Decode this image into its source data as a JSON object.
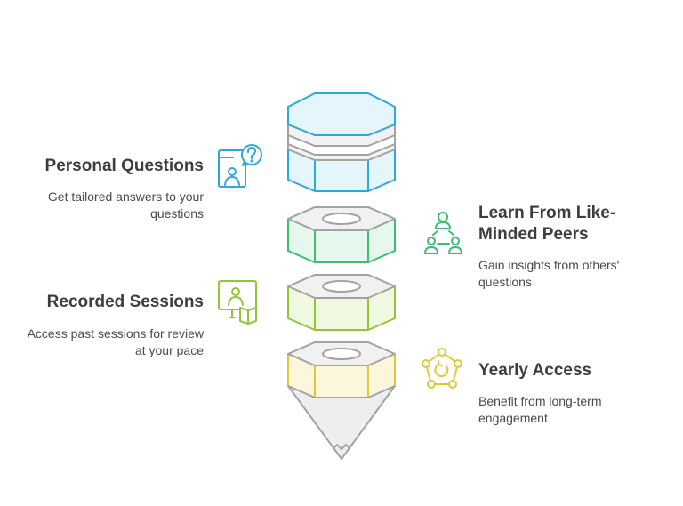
{
  "items": [
    {
      "title": "Personal Questions",
      "description": "Get tailored answers to your questions",
      "icon": "chat-question-icon",
      "color": "#2ea8d8"
    },
    {
      "title": "Learn From Like-Minded Peers",
      "description": "Gain insights from others' questions",
      "icon": "peer-network-icon",
      "color": "#3dbd74"
    },
    {
      "title": "Recorded Sessions",
      "description": "Access past sessions for review at your pace",
      "icon": "video-lesson-icon",
      "color": "#93c637"
    },
    {
      "title": "Yearly Access",
      "description": "Benefit from long-term engagement",
      "icon": "cycle-network-icon",
      "color": "#e0c73a"
    }
  ]
}
